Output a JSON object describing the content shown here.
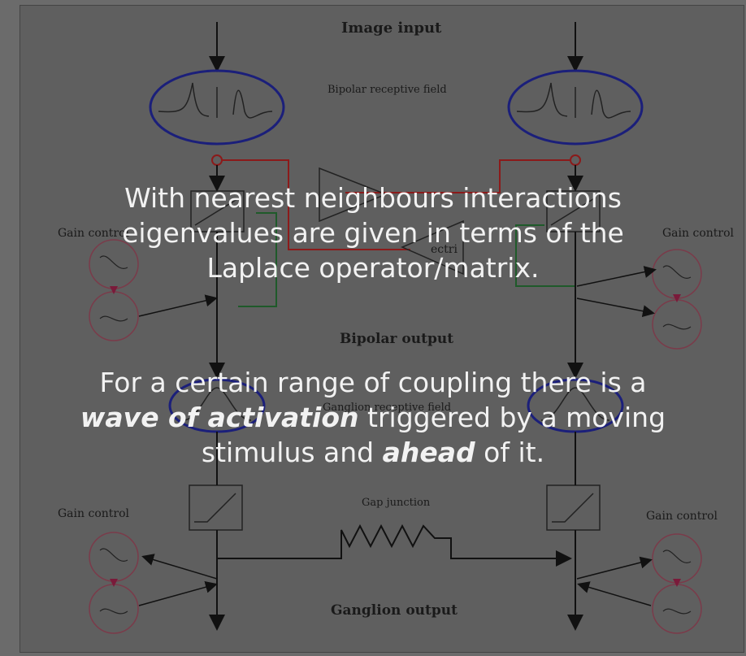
{
  "diagram": {
    "title_top": "Image input",
    "bipolar_rf_label": "Bipolar receptive field",
    "gain_control_label": "Gain control",
    "gain_control_label_partial_mid": "ectri",
    "bipolar_output_label": "Bipolar output",
    "ganglion_rf_label": "Ganglion receptive field",
    "gap_junction_label": "Gap junction",
    "ganglion_output_label": "Ganglion output"
  },
  "overlay": {
    "line1": "With nearest neighbours interactions",
    "line2": "eigenvalues are given in terms of the",
    "line3": "Laplace operator/matrix.",
    "p2_line1": "For a certain range of coupling there is a",
    "p2_line2_em": "wave of activation",
    "p2_line2_rest": " triggered by a moving",
    "p2_line3_start": "stimulus and ",
    "p2_line3_em": "ahead",
    "p2_line3_end": " of it."
  },
  "colors": {
    "diagram_bg": "#5f5f5f",
    "ellipse_blue": "#1b1f7a",
    "wire_red": "#8b1a1a",
    "wire_green": "#1f5a2a",
    "gain_circle": "#7a3b4a",
    "overlay_text": "#f2f2f2"
  }
}
